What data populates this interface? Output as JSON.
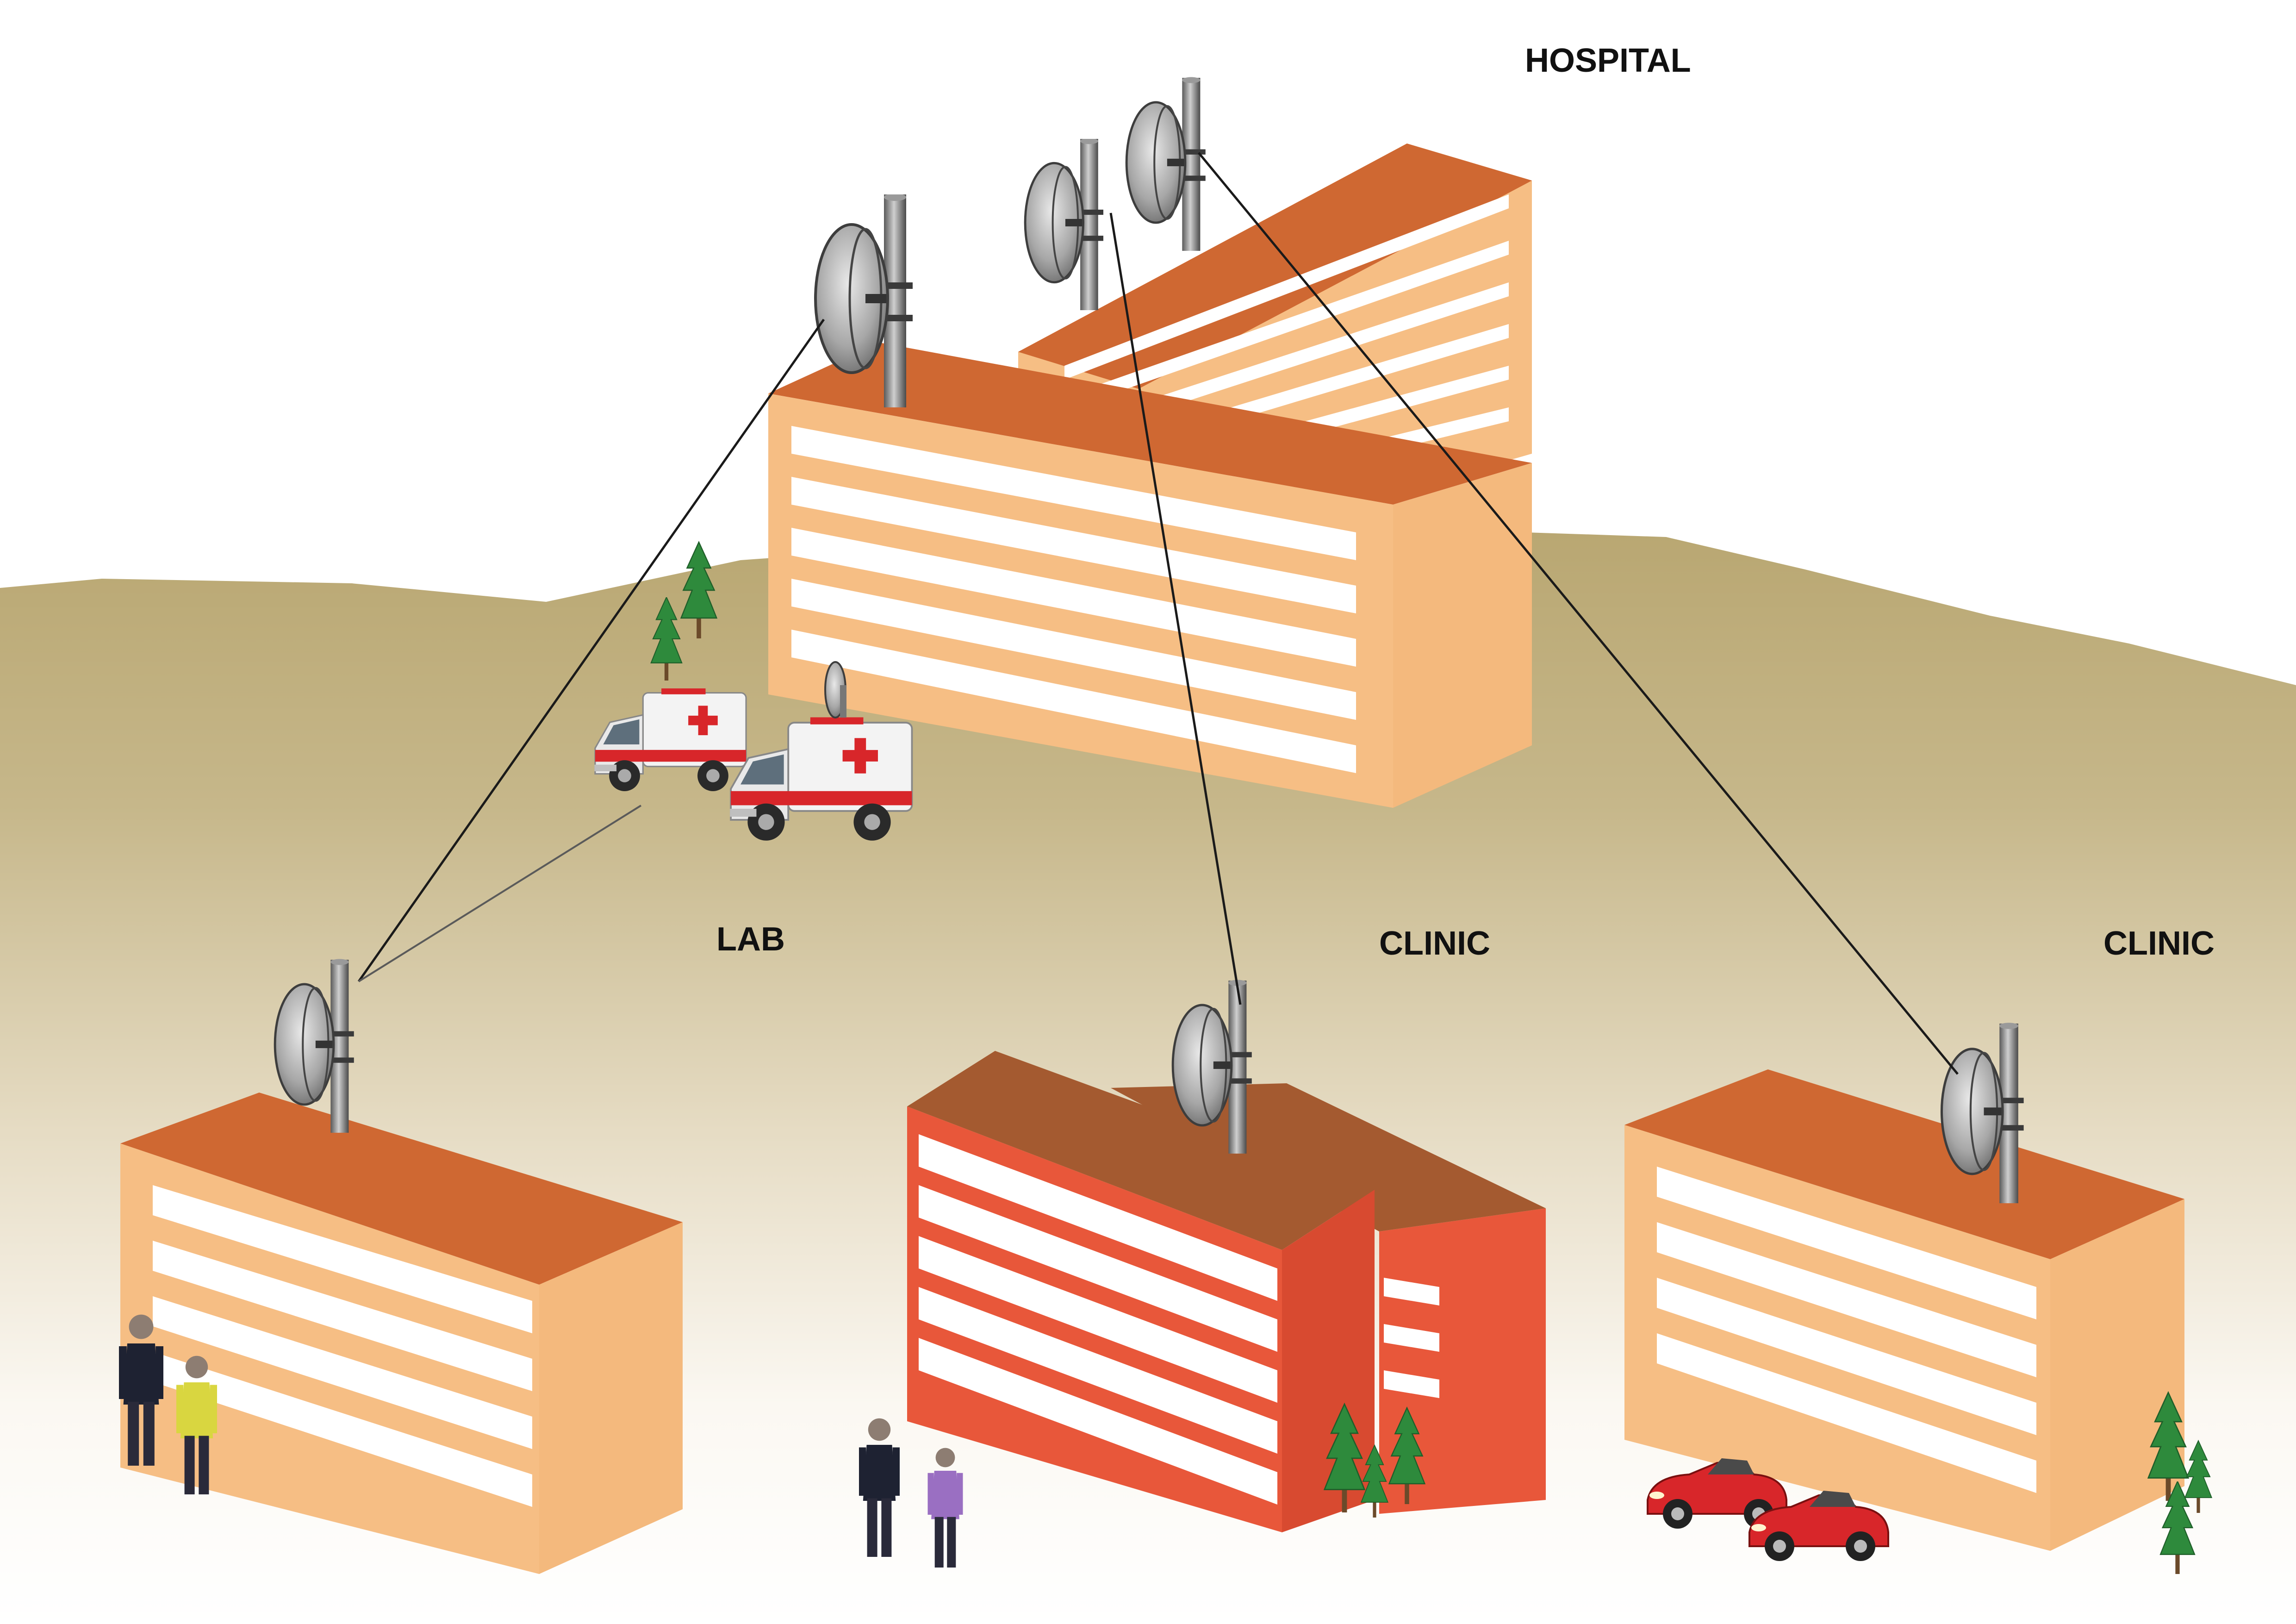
{
  "labels": {
    "hospital": "HOSPITAL",
    "lab": "LAB",
    "clinic_center": "CLINIC",
    "clinic_right": "CLINIC"
  },
  "colors": {
    "building_wall": "#f6be84",
    "building_roof": "#cf6832",
    "clinic_wall": "#e8573a",
    "clinic_roof": "#a45a30",
    "window": "#ffffff",
    "ground": "#bfae7a",
    "water": "#4fa6ba",
    "link_line": "#1a1a1a",
    "tree": "#2e8a3c",
    "car": "#d8262a"
  },
  "icons": [
    "dish-antenna-icon",
    "ambulance-icon",
    "car-icon",
    "tree-icon",
    "person-icon"
  ]
}
